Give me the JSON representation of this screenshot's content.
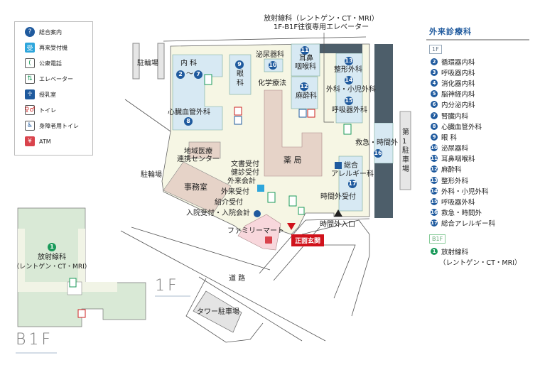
{
  "legend": {
    "items": [
      {
        "icon": "info-icon",
        "glyph": "?",
        "label": "総合案内",
        "bg": "#1f5a9e",
        "fg": "#fff"
      },
      {
        "icon": "reception-machine-icon",
        "glyph": "受",
        "label": "再来受付機",
        "bg": "#2ea6dc",
        "fg": "#fff"
      },
      {
        "icon": "public-phone-icon",
        "glyph": "(",
        "label": "公衆電話",
        "bg": "#fff",
        "fg": "#1a9a5a"
      },
      {
        "icon": "elevator-icon",
        "glyph": "⇅",
        "label": "エレベーター",
        "bg": "#fff",
        "fg": "#1a9a5a"
      },
      {
        "icon": "nursing-room-icon",
        "glyph": "♱",
        "label": "授乳室",
        "bg": "#1f5a9e",
        "fg": "#fff"
      },
      {
        "icon": "restroom-icon",
        "glyph": "♀♂",
        "label": "トイレ",
        "bg": "#fff",
        "fg": "#c22"
      },
      {
        "icon": "accessible-restroom-icon",
        "glyph": "♿",
        "label": "身障者用トイレ",
        "bg": "#fff",
        "fg": "#1f5a9e"
      },
      {
        "icon": "atm-icon",
        "glyph": "¥",
        "label": "ATM",
        "bg": "#d9434c",
        "fg": "#fff"
      }
    ]
  },
  "panel": {
    "title": "外来診療科",
    "floor_1f": "1F",
    "departments_1f": [
      {
        "no": "2",
        "name": "循環器内科"
      },
      {
        "no": "3",
        "name": "呼吸器内科"
      },
      {
        "no": "4",
        "name": "消化器内科"
      },
      {
        "no": "5",
        "name": "脳神経内科"
      },
      {
        "no": "6",
        "name": "内分泌内科"
      },
      {
        "no": "7",
        "name": "腎臓内科"
      },
      {
        "no": "8",
        "name": "心臓血管外科"
      },
      {
        "no": "9",
        "name": "眼 科"
      },
      {
        "no": "10",
        "name": "泌尿器科"
      },
      {
        "no": "11",
        "name": "耳鼻咽喉科"
      },
      {
        "no": "12",
        "name": "麻酔科"
      },
      {
        "no": "13",
        "name": "整形外科"
      },
      {
        "no": "14",
        "name": "外科・小児外科"
      },
      {
        "no": "15",
        "name": "呼吸器外科"
      },
      {
        "no": "16",
        "name": "救急・時間外"
      },
      {
        "no": "17",
        "name": "総合アレルギー科"
      }
    ],
    "floor_b1f": "B1F",
    "departments_b1f": [
      {
        "no": "1",
        "name": "放射線科",
        "sub": "（レントゲン・CT・MRI）"
      }
    ]
  },
  "map": {
    "annotation_line1": "放射線科（レントゲン・CT・MRI）",
    "annotation_line2": "1F-B1F往復専用エレベーター",
    "bike_parking_1": "駐輪場",
    "bike_parking_2": "駐輪場",
    "naika": "内 科",
    "naika_range": "〜",
    "naika_from": "2",
    "naika_to": "7",
    "shinzo": "心臓血管外科",
    "shinzo_no": "8",
    "ganka_no": "9",
    "ganka": "眼",
    "ganka2": "科",
    "hinyoki": "泌尿器科",
    "hinyoki_no": "10",
    "kagaku": "化学療法",
    "jibi_no": "11",
    "jibi1": "耳鼻",
    "jibi2": "咽喉科",
    "masui_no": "12",
    "masui": "麻酔科",
    "seikei_no": "13",
    "seikei": "整形外科",
    "geka_no": "14",
    "geka": "外科・小児外科",
    "kokyuki_no": "15",
    "kokyuki": "呼吸器外科",
    "kyukyu": "救急・時間外",
    "kyukyu_no": "16",
    "allergy1": "総合",
    "allergy2": "アレルギー科",
    "allergy_no": "17",
    "jikangai_uketsuke": "時間外受付",
    "yakkyoku": "薬 局",
    "chiiki1": "地域医療",
    "chiiki2": "連携センター",
    "bunsho": "文書受付",
    "kenshin": "健診受付",
    "gairai_kaikei": "外来会計",
    "gairai_uketsuke": "外来受付",
    "shokai": "紹介受付",
    "nyuin": "入院受付・入院会計",
    "jimu": "事務室",
    "familymart": "ファミリーマート",
    "main_entrance": "正面玄関",
    "after_hours_entrance": "時間外入口",
    "road": "道 路",
    "tower_parking": "タワー駐車場",
    "parking_1": "第1駐車場",
    "floor_1f": "1F",
    "floor_b1f": "B1F",
    "b1f_no": "1",
    "b1f_dept": "放射線科",
    "b1f_sub": "（レントゲン・CT・MRI）"
  }
}
